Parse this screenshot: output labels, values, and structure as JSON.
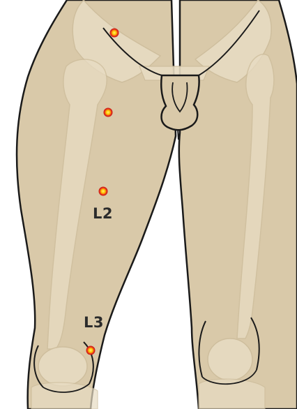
{
  "labels": {
    "l2": "L2",
    "l3": "L3"
  },
  "colors": {
    "skin": "#d9c9a9",
    "skin_shade": "#c7b48f",
    "bone": "#e8dcc3",
    "bone_shade": "#cdbd9c",
    "outline": "#1a1a1a",
    "point_outer": "#e0291c",
    "point_inner": "#ffd400"
  },
  "markers": [
    {
      "name": "groin-point"
    },
    {
      "name": "upper-thigh-point"
    },
    {
      "name": "l2-point"
    },
    {
      "name": "l3-point"
    }
  ]
}
